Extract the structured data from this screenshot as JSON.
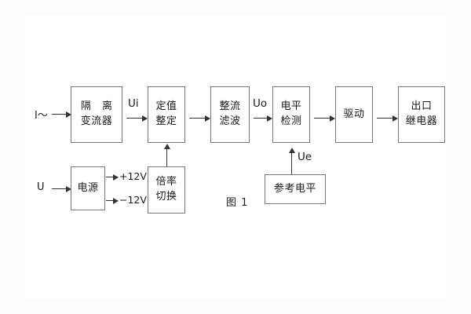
{
  "figure": {
    "caption": "图 1",
    "inputs": [
      {
        "name": "current-input",
        "label": "I～"
      },
      {
        "name": "voltage-input",
        "label": "U"
      }
    ],
    "signals": [
      {
        "name": "ui",
        "label": "Ui"
      },
      {
        "name": "uo",
        "label": "Uo"
      },
      {
        "name": "ue",
        "label": "Ue"
      },
      {
        "name": "pos12v",
        "label": "+12V"
      },
      {
        "name": "neg12v",
        "label": "−12V"
      }
    ],
    "blocks": [
      {
        "name": "isolation-transformer",
        "line1": "隔 离",
        "line2": "变流器"
      },
      {
        "name": "setpoint-adjust",
        "line1": "定值",
        "line2": "整定"
      },
      {
        "name": "rectify-filter",
        "line1": "整流",
        "line2": "滤波"
      },
      {
        "name": "level-detect",
        "line1": "电平",
        "line2": "检测"
      },
      {
        "name": "driver",
        "line1": "驱动",
        "line2": ""
      },
      {
        "name": "output-relay",
        "line1": "出口",
        "line2": "继电器"
      },
      {
        "name": "power-supply",
        "line1": "电源",
        "line2": ""
      },
      {
        "name": "multiplier-switch",
        "line1": "倍率",
        "line2": "切换"
      },
      {
        "name": "reference-level",
        "line1": "参考电平",
        "line2": ""
      }
    ]
  },
  "colors": {
    "box_border": "#777777",
    "line": "#333333",
    "text": "#1a1a1a",
    "background": "#ffffff"
  }
}
